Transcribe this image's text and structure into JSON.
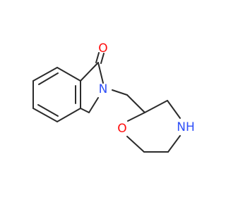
{
  "molecule": {
    "atoms": {
      "carbonyl_oxygen": "O",
      "lactam_nitrogen": "N",
      "ring_oxygen": "O",
      "ring_nitrogen": "NH"
    }
  },
  "colors": {
    "bond": "#2b2b2b",
    "oxygen": "#ff0d0d",
    "nitrogen": "#3050f8",
    "background": "#ffffff"
  }
}
